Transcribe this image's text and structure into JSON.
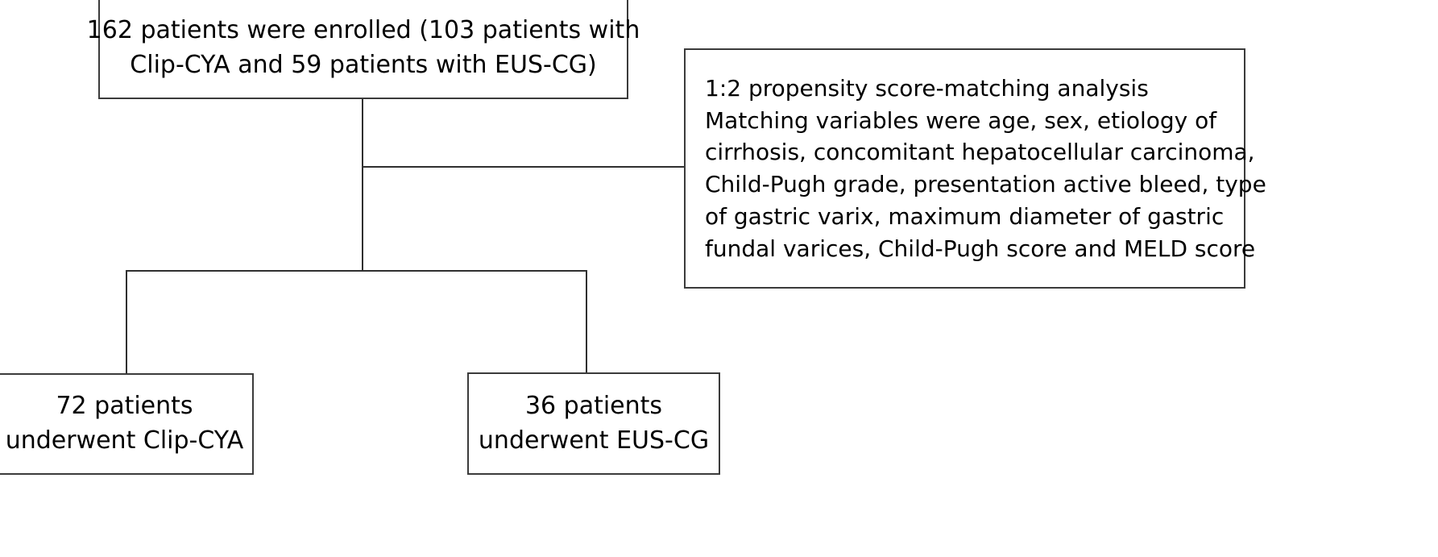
{
  "figure": {
    "type": "flowchart",
    "orientation": "top-down",
    "background_color": "#ffffff",
    "line_color": "#2f2f2f",
    "text_color": "#000000"
  },
  "nodes": {
    "enrolled": {
      "id": "enrolled",
      "role": "root",
      "lines": [
        "162 patients were enrolled (103 patients with",
        "Clip-CYA and 59 patients with EUS-CG)"
      ],
      "total_patients": 162,
      "clip_cya_patients": 103,
      "eus_cg_patients": 59
    },
    "psm": {
      "id": "psm",
      "role": "annotation",
      "lines": [
        "1:2 propensity score-matching analysis",
        "Matching variables were age, sex, etiology of",
        "cirrhosis, concomitant hepatocellular carcinoma,",
        "Child-Pugh grade, presentation active bleed, type",
        "of gastric varix, maximum diameter of gastric",
        "fundal varices, Child-Pugh score and MELD score"
      ],
      "matching_ratio": "1:2",
      "matching_variables": [
        "age",
        "sex",
        "etiology of cirrhosis",
        "concomitant hepatocellular carcinoma",
        "Child-Pugh grade",
        "presentation active bleed",
        "type of gastric varix",
        "maximum diameter of gastric fundal varices",
        "Child-Pugh score",
        "MELD score"
      ]
    },
    "clipcya": {
      "id": "clipcya",
      "role": "arm",
      "lines": [
        "72 patients",
        "underwent Clip-CYA"
      ],
      "patients": 72,
      "treatment": "Clip-CYA"
    },
    "euscg": {
      "id": "euscg",
      "role": "arm",
      "lines": [
        "36 patients",
        "underwent EUS-CG"
      ],
      "patients": 36,
      "treatment": "EUS-CG"
    }
  },
  "edges": [
    {
      "id": "stem",
      "from": "enrolled",
      "to": "split",
      "kind": "vertical"
    },
    {
      "id": "to-psm",
      "from": "stem",
      "to": "psm",
      "kind": "horizontal"
    },
    {
      "id": "split-bar",
      "from": "stem",
      "to": "arms",
      "kind": "horizontal"
    },
    {
      "id": "drop-left",
      "from": "split",
      "to": "clipcya",
      "kind": "vertical"
    },
    {
      "id": "drop-right",
      "from": "split",
      "to": "euscg",
      "kind": "vertical"
    }
  ]
}
